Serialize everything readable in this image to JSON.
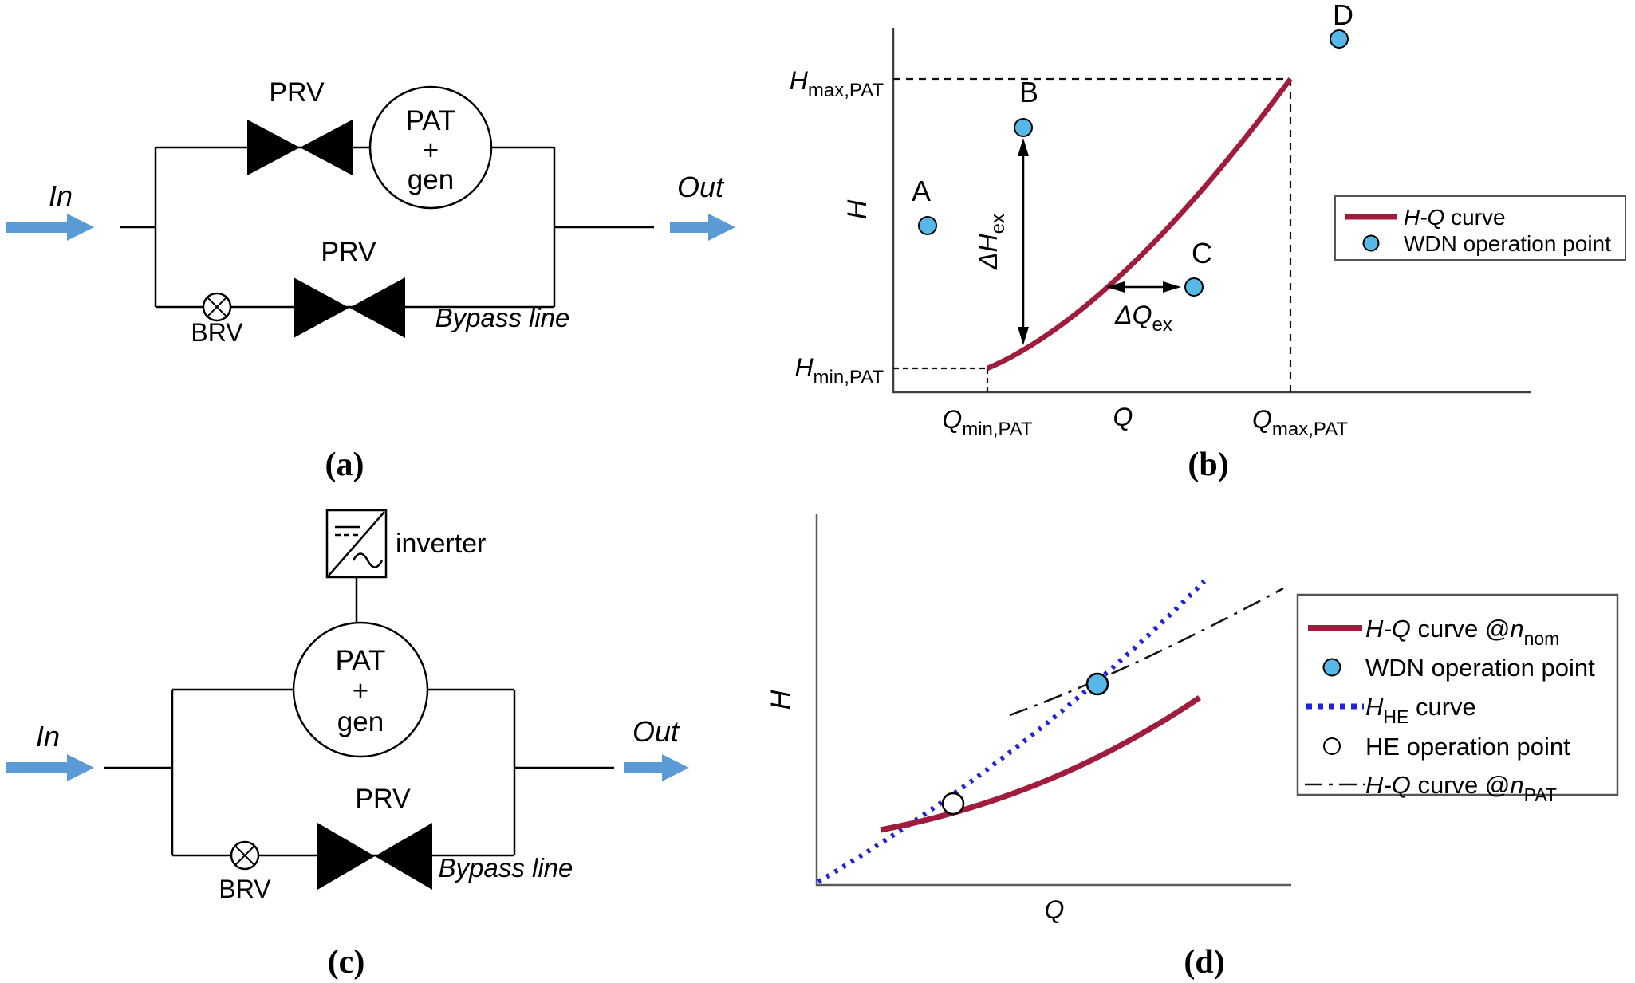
{
  "colors": {
    "crimson": "#A01C3C",
    "point_blue": "#56B8E6",
    "arrow_blue": "#5B9BD5",
    "dotted_blue": "#2121E0",
    "axis_gray": "#4a4a4a"
  },
  "panel_a": {
    "caption": "(a)",
    "in_label": "In",
    "out_label": "Out",
    "prv_top_label": "PRV",
    "prv_bottom_label": "PRV",
    "brv_label": "BRV",
    "pat_line1": "PAT",
    "pat_line2": "+",
    "pat_line3": "gen",
    "bypass_label": "Bypass line"
  },
  "panel_b": {
    "caption": "(b)",
    "y_axis_label": "H",
    "x_axis_label": "Q",
    "h_max": {
      "main": "H",
      "sub": "max,PAT"
    },
    "h_min": {
      "main": "H",
      "sub": "min,PAT"
    },
    "q_min": {
      "main": "Q",
      "sub": "min,PAT"
    },
    "q_max": {
      "main": "Q",
      "sub": "max,PAT"
    },
    "delta_h": {
      "main": "ΔH",
      "sub": "ex"
    },
    "delta_q": {
      "main": "ΔQ",
      "sub": "ex"
    },
    "point_labels": {
      "a": "A",
      "b": "B",
      "c": "C",
      "d": "D"
    },
    "legend": {
      "row1_italic": "H-Q",
      "row1_rest": " curve",
      "row2": "WDN operation point"
    }
  },
  "panel_c": {
    "caption": "(c)",
    "in_label": "In",
    "out_label": "Out",
    "inverter_label": "inverter",
    "prv_label": "PRV",
    "brv_label": "BRV",
    "pat_line1": "PAT",
    "pat_line2": "+",
    "pat_line3": "gen",
    "bypass_label": "Bypass line"
  },
  "panel_d": {
    "caption": "(d)",
    "y_axis_label": "H",
    "x_axis_label": "Q",
    "legend": {
      "row1": {
        "it1": "H-Q",
        "t1": " curve @",
        "it2": "n",
        "sub": "nom"
      },
      "row2": "WDN operation point",
      "row3": {
        "it": "H",
        "sub": "HE",
        "t": " curve"
      },
      "row4": "HE operation point",
      "row5": {
        "it1": "H-Q",
        "t1": " curve @",
        "it2": "n",
        "sub": "PAT"
      }
    }
  },
  "chart_data": [
    {
      "panel": "b",
      "type": "line",
      "title": "",
      "xlabel": "Q",
      "ylabel": "H",
      "axes_numeric": false,
      "note": "Conceptual chart: fractions of axis span (x right, y up), no numeric ticks shown",
      "series": [
        {
          "name": "H-Q curve",
          "style": "solid",
          "color": "#A01C3C",
          "points_frac": [
            [
              0.148,
              0.066
            ],
            [
              0.335,
              0.289
            ],
            [
              0.623,
              0.86
            ]
          ]
        }
      ],
      "scatter": [
        {
          "label": "A",
          "x_frac": 0.054,
          "y_frac": 0.457
        },
        {
          "label": "B",
          "x_frac": 0.204,
          "y_frac": 0.727
        },
        {
          "label": "C",
          "x_frac": 0.471,
          "y_frac": 0.289
        },
        {
          "label": "D",
          "x_frac": 0.699,
          "y_frac": 0.969
        }
      ],
      "guides": {
        "H_max_PAT_y_frac": 0.86,
        "H_min_PAT_y_frac": 0.066,
        "Q_min_PAT_x_frac": 0.148,
        "Q_max_PAT_x_frac": 0.623
      },
      "annotations": [
        "ΔH_ex between point B and curve",
        "ΔQ_ex between curve and point C"
      ],
      "legend_entries": [
        "H-Q curve",
        "WDN operation point"
      ],
      "legend_position": "right"
    },
    {
      "panel": "d",
      "type": "line",
      "title": "",
      "xlabel": "Q",
      "ylabel": "H",
      "axes_numeric": false,
      "note": "Conceptual chart: fractions of axis span (x right, y up), no numeric ticks shown",
      "series": [
        {
          "name": "H-Q curve @n_nom",
          "style": "solid",
          "color": "#A01C3C",
          "points_frac": [
            [
              0.134,
              0.148
            ],
            [
              0.484,
              0.282
            ],
            [
              0.807,
              0.505
            ]
          ]
        },
        {
          "name": "H_HE curve",
          "style": "dotted",
          "color": "#2121E0",
          "points_frac": [
            [
              0.003,
              0.009
            ],
            [
              0.429,
              0.379
            ],
            [
              0.817,
              0.819
            ]
          ]
        },
        {
          "name": "H-Q curve @n_PAT",
          "style": "dashdot",
          "color": "#111111",
          "points_frac": [
            [
              0.407,
              0.458
            ],
            [
              0.588,
              0.55
            ],
            [
              0.983,
              0.8
            ]
          ]
        }
      ],
      "scatter": [
        {
          "label": "WDN operation point",
          "x_frac": 0.592,
          "y_frac": 0.542,
          "fill": "#56B8E6"
        },
        {
          "label": "HE operation point",
          "x_frac": 0.287,
          "y_frac": 0.219,
          "fill": "#ffffff"
        }
      ],
      "legend_entries": [
        "H-Q curve @n_nom",
        "WDN operation point",
        "H_HE curve",
        "HE operation point",
        "H-Q curve @n_PAT"
      ],
      "legend_position": "right"
    }
  ]
}
